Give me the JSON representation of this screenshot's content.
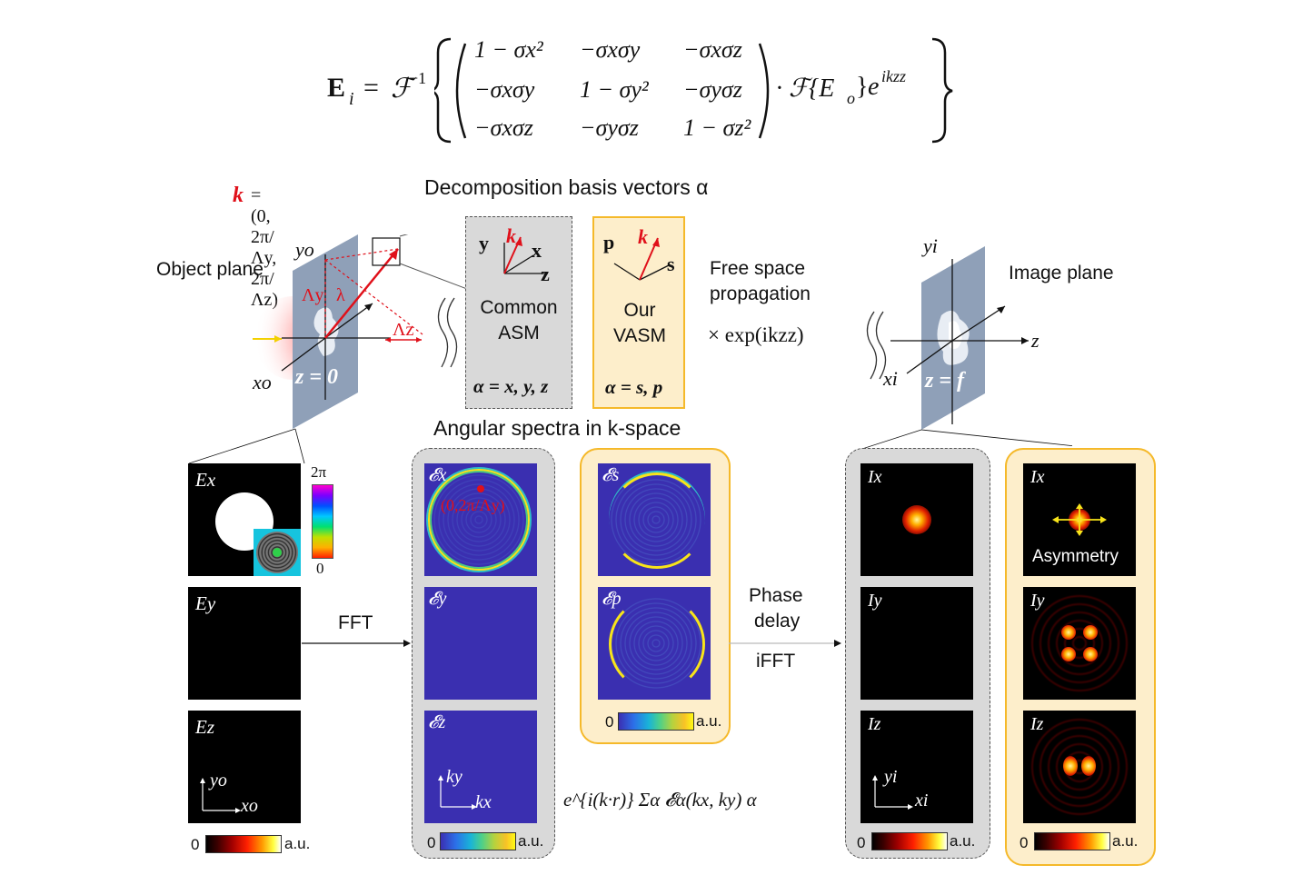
{
  "equation": {
    "lhs_bold": "E",
    "lhs_sub": "i",
    "eq_sign": "=",
    "fourier_inv": "ℱ",
    "fourier_inv_sup": "−1",
    "matrix": [
      [
        "1 − σx²",
        "−σxσy",
        "−σxσz"
      ],
      [
        "−σxσy",
        "1 − σy²",
        "−σyσz"
      ],
      [
        "−σxσz",
        "−σyσz",
        "1 − σz²"
      ]
    ],
    "tail": "· ℱ{E",
    "tail_sub": "o",
    "tail_close": "}",
    "exp": "e",
    "exp_sup": "ikzz"
  },
  "k_vector": {
    "label": "k",
    "formula": "= (0, 2π/Λy, 2π/Λz)"
  },
  "decomposition_title": "Decomposition basis vectors α",
  "object_plane": {
    "title": "Object plane",
    "y_axis": "yo",
    "x_axis": "xo",
    "z_label": "z = 0",
    "lambda_y": "Λy",
    "lambda": "λ",
    "lambda_z": "Λz"
  },
  "common_asm": {
    "label_line1": "Common",
    "label_line2": "ASM",
    "axis_y": "y",
    "axis_k": "k",
    "axis_x": "x",
    "axis_z": "z",
    "basis": "α = x, y, z"
  },
  "our_vasm": {
    "label_line1": "Our",
    "label_line2": "VASM",
    "axis_p": "p",
    "axis_k": "k",
    "axis_s": "s",
    "basis": "α = s, p"
  },
  "free_space": {
    "line1": "Free space",
    "line2": "propagation",
    "factor": "× exp(ikzz)"
  },
  "image_plane": {
    "title": "Image plane",
    "y_axis": "yi",
    "x_axis": "xi",
    "z_axis": "z",
    "z_label": "z = f"
  },
  "angular_title": "Angular spectra in k-space",
  "input_fields": {
    "ex": "Ex",
    "ey": "Ey",
    "ez": "Ez",
    "phase_max": "2π",
    "phase_min": "0",
    "axis_y": "yo",
    "axis_x": "xo",
    "cbar_min": "0",
    "cbar_max": "a.u."
  },
  "fft_label": "FFT",
  "common_spectra": {
    "ex": "𝓔x",
    "ey": "𝓔y",
    "ez": "𝓔z",
    "point": "(0,2π/Λy)",
    "k_y": "ky",
    "k_x": "kx",
    "cbar_min": "0",
    "cbar_max": "a.u."
  },
  "vasm_spectra": {
    "es": "𝓔s",
    "ep": "𝓔p",
    "cbar_min": "0",
    "cbar_max": "a.u."
  },
  "plane_wave_expr": "e^{i(k·r)} Σα 𝓔α(kx, ky) α",
  "phase_delay": {
    "line1": "Phase",
    "line2": "delay",
    "ifft": "iFFT"
  },
  "common_intensity": {
    "ix": "Ix",
    "iy": "Iy",
    "iz": "Iz",
    "axis_y": "yi",
    "axis_x": "xi",
    "cbar_min": "0",
    "cbar_max": "a.u."
  },
  "vasm_intensity": {
    "ix": "Ix",
    "iy": "Iy",
    "iz": "Iz",
    "asymmetry": "Asymmetry",
    "cbar_min": "0",
    "cbar_max": "a.u."
  },
  "colors": {
    "plane": "#8fa0b8",
    "red": "#e0101a",
    "k_panel": "#3a2fb0",
    "grey_box": "#d9d9d9",
    "yellow_box": "#fdeecb",
    "yellow_border": "#f5b92a"
  }
}
